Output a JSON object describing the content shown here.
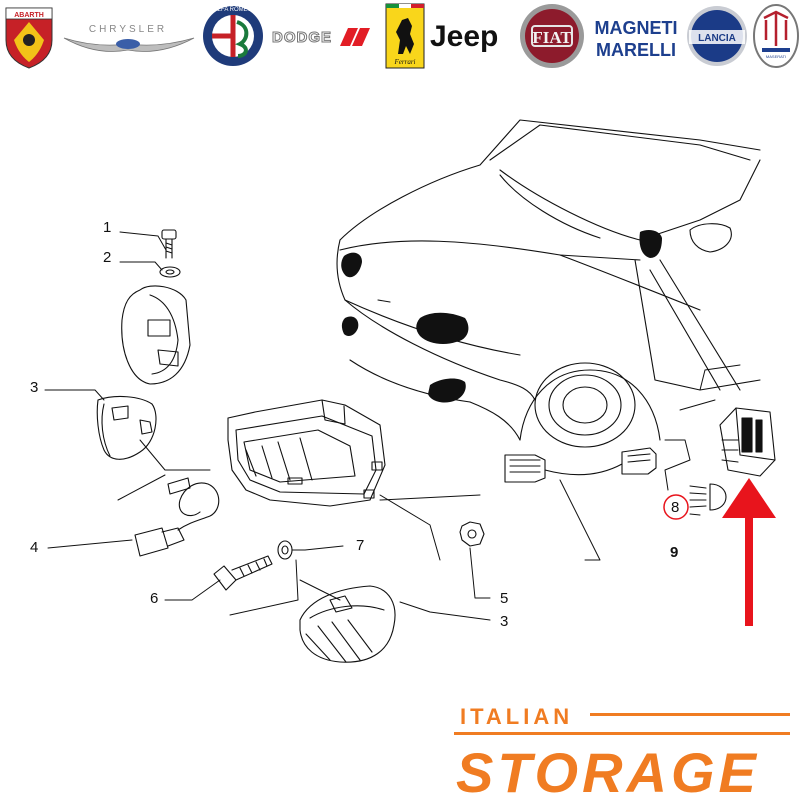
{
  "brand_logos": {
    "abarth": "ABARTH",
    "chrysler": "CHRYSLER",
    "alfa_romeo": "ALFA ROMEO",
    "dodge": "DODGE",
    "ferrari": "Ferrari",
    "jeep": "Jeep",
    "fiat": "FIAT",
    "magneti_marelli": [
      "MAGNETI",
      "MARELLI"
    ],
    "lancia": "LANCIA",
    "maserati": "MASERATI"
  },
  "callouts": {
    "c1": "1",
    "c2": "2",
    "c3a": "3",
    "c4": "4",
    "c5": "5",
    "c6": "6",
    "c7": "7",
    "c8": "8",
    "c9": "9",
    "c3b": "3"
  },
  "highlight": {
    "part": "8",
    "color": "#e8141c"
  },
  "footer": {
    "line1": "ITALIAN",
    "line2": "STORAGE",
    "color": "#f07c22"
  }
}
